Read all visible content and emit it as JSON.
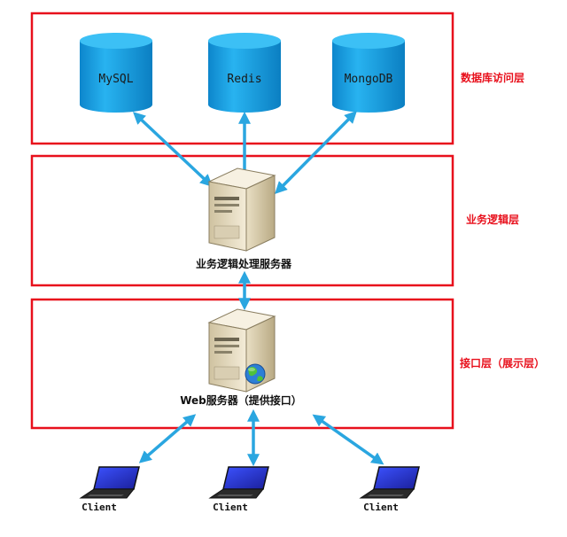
{
  "layers": {
    "database": {
      "label": "数据库访问层"
    },
    "business": {
      "label": "业务逻辑层"
    },
    "interface": {
      "label": "接口层（展示层）"
    }
  },
  "databases": [
    {
      "label": "MySQL"
    },
    {
      "label": "Redis"
    },
    {
      "label": "MongoDB"
    }
  ],
  "servers": {
    "logic": {
      "label": "业务逻辑处理服务器"
    },
    "web": {
      "label": "Web服务器（提供接口）"
    }
  },
  "clients": [
    {
      "label": "Client"
    },
    {
      "label": "Client"
    },
    {
      "label": "Client"
    }
  ],
  "colors": {
    "layer_border": "#e8101c",
    "layer_label": "#e8101c",
    "arrow": "#2aa6e0",
    "database_fill": "#1aa3e6",
    "server_body": "#efe6cf",
    "laptop_screen": "#2030c8"
  }
}
